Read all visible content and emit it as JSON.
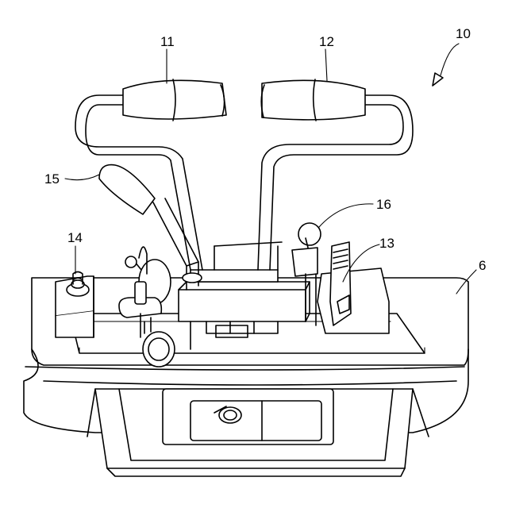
{
  "labels": {
    "assembly": "10",
    "left_grip": "11",
    "right_grip": "12",
    "lever_13": "13",
    "switch_14": "14",
    "lever_15": "15",
    "knob_16": "16",
    "base_6": "6"
  },
  "colors": {
    "line": "#000000",
    "background": "#ffffff"
  }
}
